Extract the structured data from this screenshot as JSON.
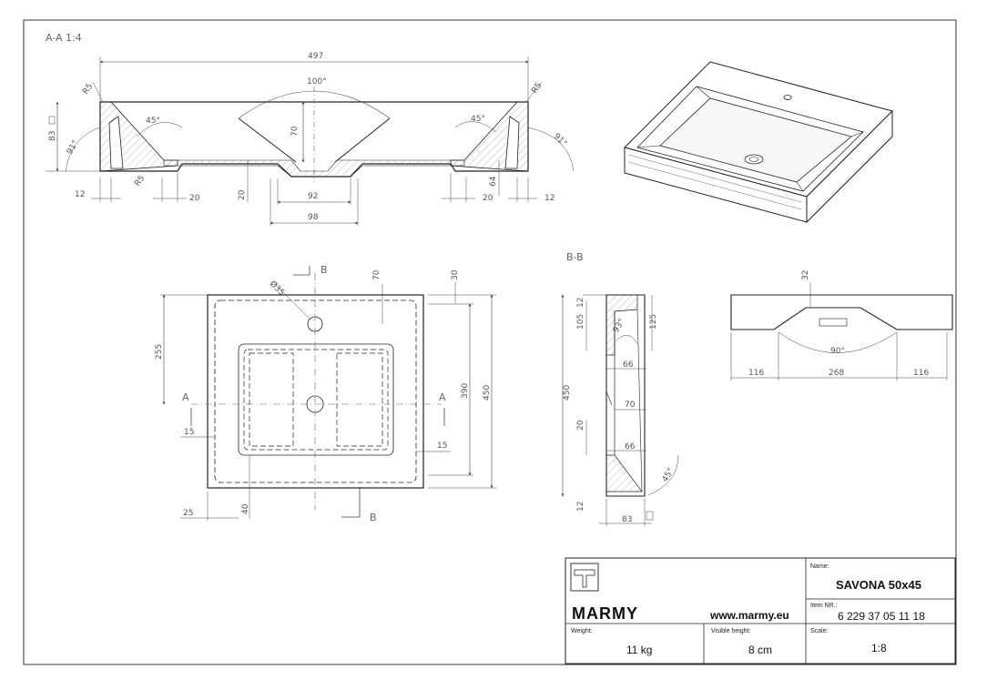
{
  "section_aa": {
    "title": "A-A 1:4",
    "dims": {
      "width": "497",
      "angle_top": "100°",
      "depth": "70",
      "height": "83",
      "r_left": "R5",
      "r_right": "R5",
      "r_bottom": "R5",
      "angle_left": "45°",
      "angle_right": "45°",
      "side_angle_left": "91°",
      "side_angle_right": "91°",
      "wall_left": "12",
      "wall_right": "12",
      "step_left": "20",
      "step_right": "20",
      "bottom_thk": "20",
      "drain_inner": "92",
      "drain_outer": "98",
      "inner_h": "64"
    }
  },
  "plan_view": {
    "section_b_top": "B",
    "section_b_bottom": "B",
    "section_a_left": "A",
    "section_a_right": "A",
    "dims": {
      "hole": "Ø35",
      "hole_offset": "70",
      "top_edge": "30",
      "overall_depth": "450",
      "inner_depth": "390",
      "hole_y": "255",
      "edge_left": "15",
      "edge_right": "15",
      "bottom_left": "25",
      "bottom_offset": "40"
    }
  },
  "section_bb": {
    "title": "B-B",
    "dims": {
      "top": "12",
      "front_h": "105",
      "angle": "93°",
      "side_h": "125",
      "d66a": "66",
      "overall": "450",
      "d70": "70",
      "d20": "20",
      "d66b": "66",
      "angle2": "45°",
      "bottom": "12",
      "width": "83"
    }
  },
  "front_view": {
    "dims": {
      "height": "32",
      "angle": "90°",
      "left": "116",
      "center": "268",
      "right": "116"
    }
  },
  "title_block": {
    "logo": "MARMY",
    "url": "www.marmy.eu",
    "name_label": "Name:",
    "name_value": "SAVONA 50x45",
    "item_label": "Item NR.:",
    "item_value": "6 229 37 05 11 18",
    "weight_label": "Weight:",
    "weight_value": "11 kg",
    "visible_label": "Visible height:",
    "visible_value": "8 cm",
    "scale_label": "Scale:",
    "scale_value": "1:8"
  }
}
